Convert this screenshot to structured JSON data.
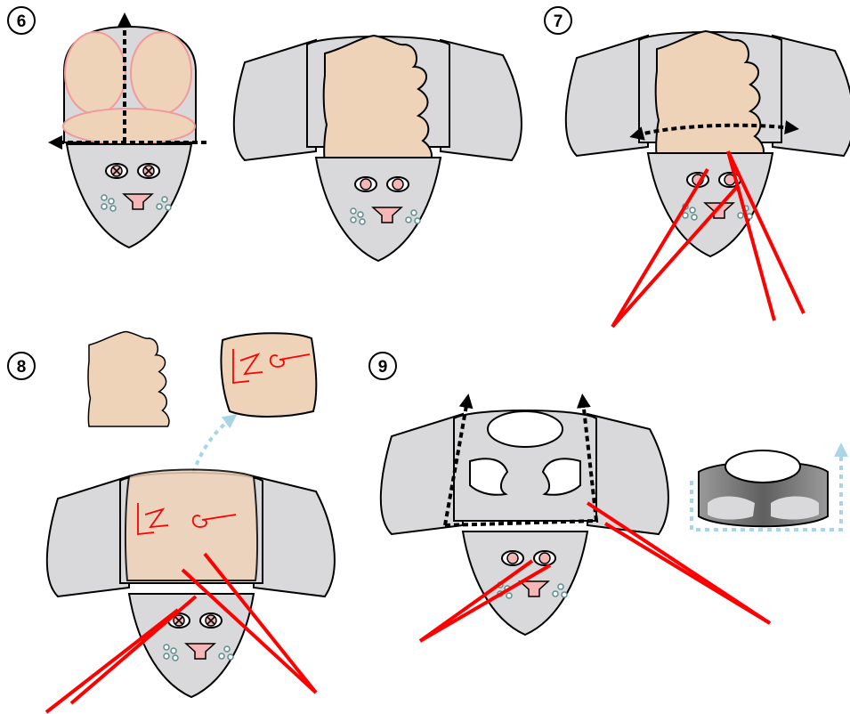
{
  "steps": [
    {
      "id": "6",
      "label": "6"
    },
    {
      "id": "7",
      "label": "7"
    },
    {
      "id": "8",
      "label": "8"
    },
    {
      "id": "9",
      "label": "9"
    }
  ],
  "colors": {
    "tissue": "#d9d9db",
    "brain": "#efd3b9",
    "brain_outline_pink": "#f29a9a",
    "laser": "#ff0000",
    "pink": "#f4b6b6",
    "arrow_black": "#000000",
    "arrow_light": "#a9d6e5",
    "dots": "#5e8f8f",
    "dark_specimen": "#7a7a7a"
  },
  "icons": [
    "cut-arrow-black",
    "lift-arrow-light-blue",
    "laser-beam",
    "eye-cross-mark"
  ]
}
